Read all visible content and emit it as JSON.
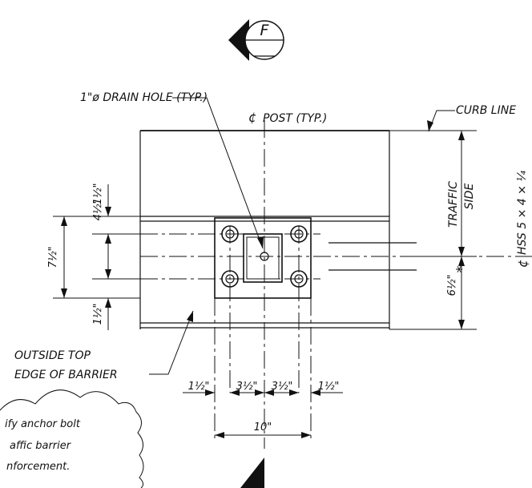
{
  "section_marker": {
    "letter": "F"
  },
  "labels": {
    "drain_hole": "1\"ø DRAIN HOLE (TYP.)",
    "post": "POST (TYP.)",
    "curb_line": "CURB LINE",
    "traffic": "TRAFFIC",
    "side": "SIDE",
    "hss": "HSS 5 × 4 × ¼",
    "outside_top": "OUTSIDE TOP",
    "edge_of_barrier": "EDGE OF BARRIER",
    "centerline_symbol": "¢"
  },
  "dimensions": {
    "top_edge": "1½\"",
    "plate_height": "7½\"",
    "bolt_spacing_v": "4½\"",
    "bottom_edge": "1½\"",
    "offset": "6½\"",
    "offset_mark": "*",
    "left_edge": "1½\"",
    "spacing_left": "3½\"",
    "spacing_right": "3½\"",
    "right_edge": "1½\"",
    "plate_width": "10\""
  },
  "note": {
    "line1": "ify anchor bolt",
    "line2": "affic barrier",
    "line3": "nforcement."
  }
}
